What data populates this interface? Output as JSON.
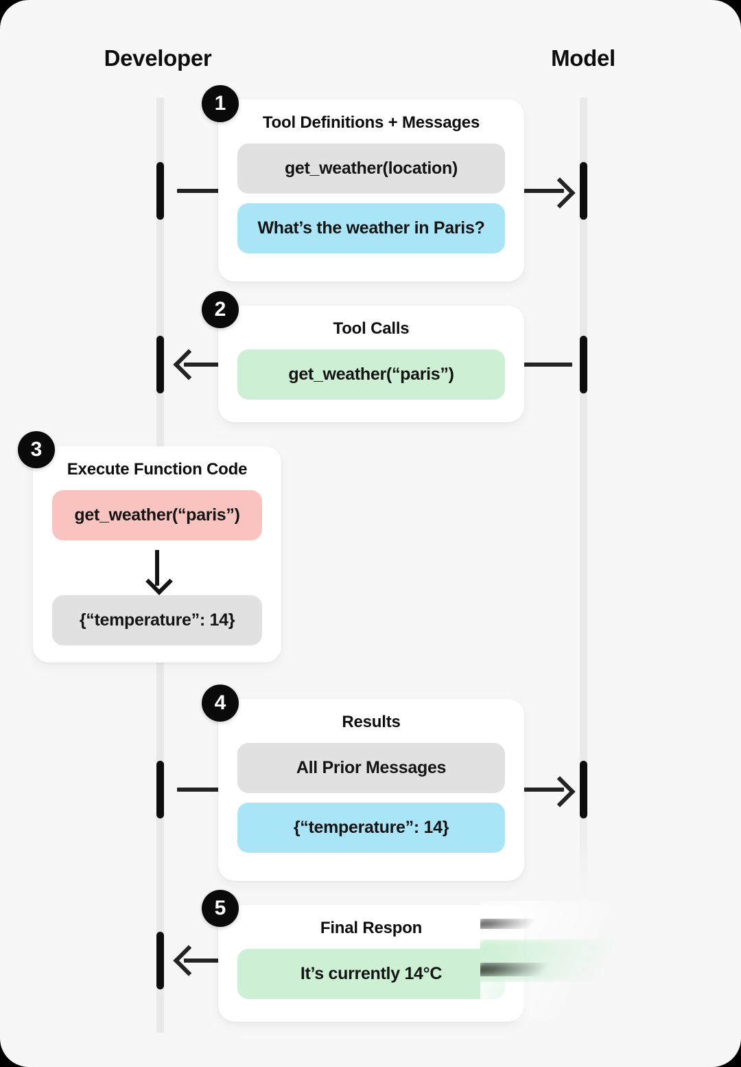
{
  "diagram": {
    "title": "Function calling sequence diagram",
    "background_color": "#f7f7f7",
    "accent_colors": {
      "badge": "#0a0a0a",
      "lifeline": "#e9e9e9",
      "activation": "#0d0d0d",
      "pill_grey": "#e1e1e1",
      "pill_blue": "#a9e5f7",
      "pill_green": "#cdefd4",
      "pill_pink": "#f9c4c0"
    }
  },
  "columns": {
    "left": {
      "label": "Developer"
    },
    "right": {
      "label": "Model"
    }
  },
  "steps": [
    {
      "number": "1",
      "title": "Tool Definitions + Messages",
      "direction": "developer-to-model",
      "items": [
        {
          "text": "get_weather(location)",
          "color": "grey"
        },
        {
          "text": "What’s the weather in Paris?",
          "color": "blue"
        }
      ]
    },
    {
      "number": "2",
      "title": "Tool Calls",
      "direction": "model-to-developer",
      "items": [
        {
          "text": "get_weather(“paris”)",
          "color": "green"
        }
      ]
    },
    {
      "number": "3",
      "title": "Execute Function Code",
      "direction": "developer-internal",
      "items": [
        {
          "text": "get_weather(“paris”)",
          "color": "pink"
        },
        {
          "text": "{“temperature”: 14}",
          "color": "grey"
        }
      ],
      "internal_arrow": "down-arrow"
    },
    {
      "number": "4",
      "title": "Results",
      "direction": "developer-to-model",
      "items": [
        {
          "text": "All Prior Messages",
          "color": "grey"
        },
        {
          "text": "{“temperature”: 14}",
          "color": "blue"
        }
      ]
    },
    {
      "number": "5",
      "title": "Final Respon",
      "direction": "model-to-developer",
      "items": [
        {
          "text": "It’s currently 14°C",
          "color": "green"
        }
      ]
    }
  ]
}
